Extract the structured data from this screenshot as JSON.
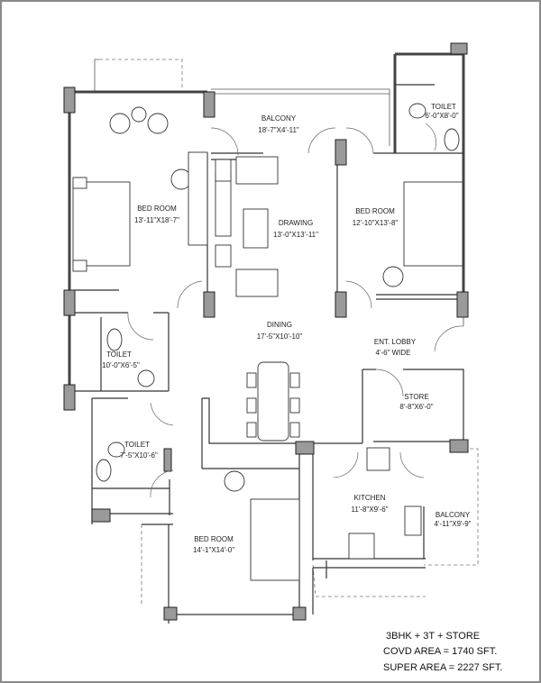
{
  "rooms": {
    "balcony_top": {
      "name": "BALCONY",
      "size": "18'-7\"X4'-11\""
    },
    "toilet_top_right": {
      "name": "TOILET",
      "size": "6'-0\"X8'-0\""
    },
    "bedroom_left": {
      "name": "BED ROOM",
      "size": "13'-11\"X18'-7\""
    },
    "drawing": {
      "name": "DRAWING",
      "size": "13'-0\"X13'-11\""
    },
    "bedroom_right": {
      "name": "BED ROOM",
      "size": "12'-10\"X13'-8\""
    },
    "dining": {
      "name": "DINING",
      "size": "17'-5\"X10'-10\""
    },
    "ent_lobby": {
      "name": "ENT. LOBBY",
      "size": "4'-6\" WIDE"
    },
    "toilet_left": {
      "name": "TOILET",
      "size": "10'-0\"X6'-5\""
    },
    "store": {
      "name": "STORE",
      "size": "8'-8\"X6'-0\""
    },
    "toilet_lower": {
      "name": "TOILET",
      "size": "7'-5\"X10'-6\""
    },
    "kitchen": {
      "name": "KITCHEN",
      "size": "11'-8\"X9'-6\""
    },
    "balcony_right": {
      "name": "BALCONY",
      "size": "4'-11\"X9'-9\""
    },
    "bedroom_bottom": {
      "name": "BED ROOM",
      "size": "14'-1\"X14'-0\""
    }
  },
  "summary": {
    "config": "3BHK + 3T + STORE",
    "covered_area": "COVD  AREA = 1740 SFT.",
    "super_area": "SUPER  AREA = 2227 SFT."
  }
}
